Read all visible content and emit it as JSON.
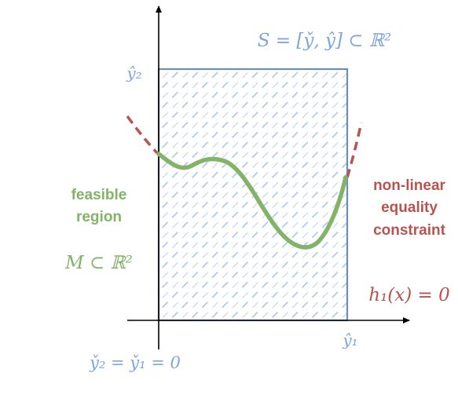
{
  "set_label": "S = [y̌, ŷ] ⊂ ℝ²",
  "y2_hat": "ŷ₂",
  "y1_hat": "ŷ₁",
  "lower_bounds": "y̌₂ = y̌₁ = 0",
  "feasible_region": {
    "line1": "feasible",
    "line2": "region",
    "set": "M ⊂ ℝ²"
  },
  "constraint": {
    "line1": "non-linear",
    "line2": "equality",
    "line3": "constraint",
    "equation": "h₁(x) = 0"
  },
  "colors": {
    "box_stroke": "#6c8ebf",
    "hatch": "#a9c4eb",
    "curve": "#82b366",
    "dashed_curve": "#b85450",
    "axis": "#000000",
    "blue_text": "#7ea6e0",
    "green_text": "#82b366",
    "red_text": "#b85450"
  }
}
